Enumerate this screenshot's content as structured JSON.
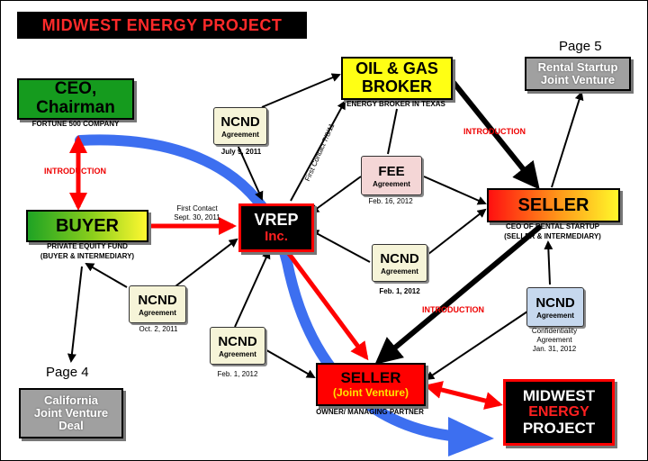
{
  "title": "MIDWEST ENERGY PROJECT",
  "pages": {
    "page5": "Page 5",
    "page4": "Page 4"
  },
  "ceo": {
    "title": "CEO,",
    "title2": "Chairman",
    "caption": "FORTUNE 500 COMPANY"
  },
  "buyer": {
    "title": "BUYER",
    "caption1": "PRIVATE EQUITY FUND",
    "caption2": "(BUYER & INTERMEDIARY)"
  },
  "broker": {
    "title1": "OIL & GAS",
    "title2": "BROKER",
    "caption": "ENERGY BROKER IN TEXAS"
  },
  "rental": {
    "line1": "Rental Startup",
    "line2": "Joint Venture"
  },
  "vrep": {
    "line1": "VREP",
    "line2": "Inc."
  },
  "seller_right": {
    "title": "SELLER",
    "caption1": "CEO OF RENTAL STARTUP",
    "caption2": "(SELLER & INTERMEDIARY)"
  },
  "seller_jv": {
    "title": "SELLER",
    "sub": "(Joint Venture)",
    "caption": "OWNER/ MANAGING PARTNER"
  },
  "midwest": {
    "line1": "MIDWEST",
    "line2": "ENERGY",
    "line3": "PROJECT"
  },
  "california": {
    "line1": "California",
    "line2": "Joint Venture",
    "line3": "Deal"
  },
  "labels": {
    "introduction_left": "INTRODUCTION",
    "introduction_top": "INTRODUCTION",
    "introduction_mid": "INTRODUCTION",
    "first_contact_1": "First Contact",
    "first_contact_2": "Sept. 30, 2011",
    "first_contact_rot": "First Contact 7/8/11",
    "confidentiality_1": "Confidentiality",
    "confidentiality_2": "Agreement",
    "confidentiality_3": "Jan. 31, 2012"
  },
  "agreements": [
    {
      "title": "NCND",
      "sub": "Agreement",
      "date": "July 9, 2011"
    },
    {
      "title": "FEE",
      "sub": "Agreement",
      "date": "Feb. 16, 2012"
    },
    {
      "title": "NCND",
      "sub": "Agreement",
      "date": "Feb. 1, 2012"
    },
    {
      "title": "NCND",
      "sub": "Agreement",
      "date": "Oct. 2, 2011"
    },
    {
      "title": "NCND",
      "sub": "Agreement",
      "date": "Feb. 1, 2012"
    },
    {
      "title": "NCND",
      "sub": "Agreement",
      "date": ""
    }
  ],
  "colors": {
    "red": "#ff0000",
    "blue": "#3d6ff0",
    "green": "#159b1e",
    "yellow": "#ffff14",
    "black": "#000000"
  }
}
